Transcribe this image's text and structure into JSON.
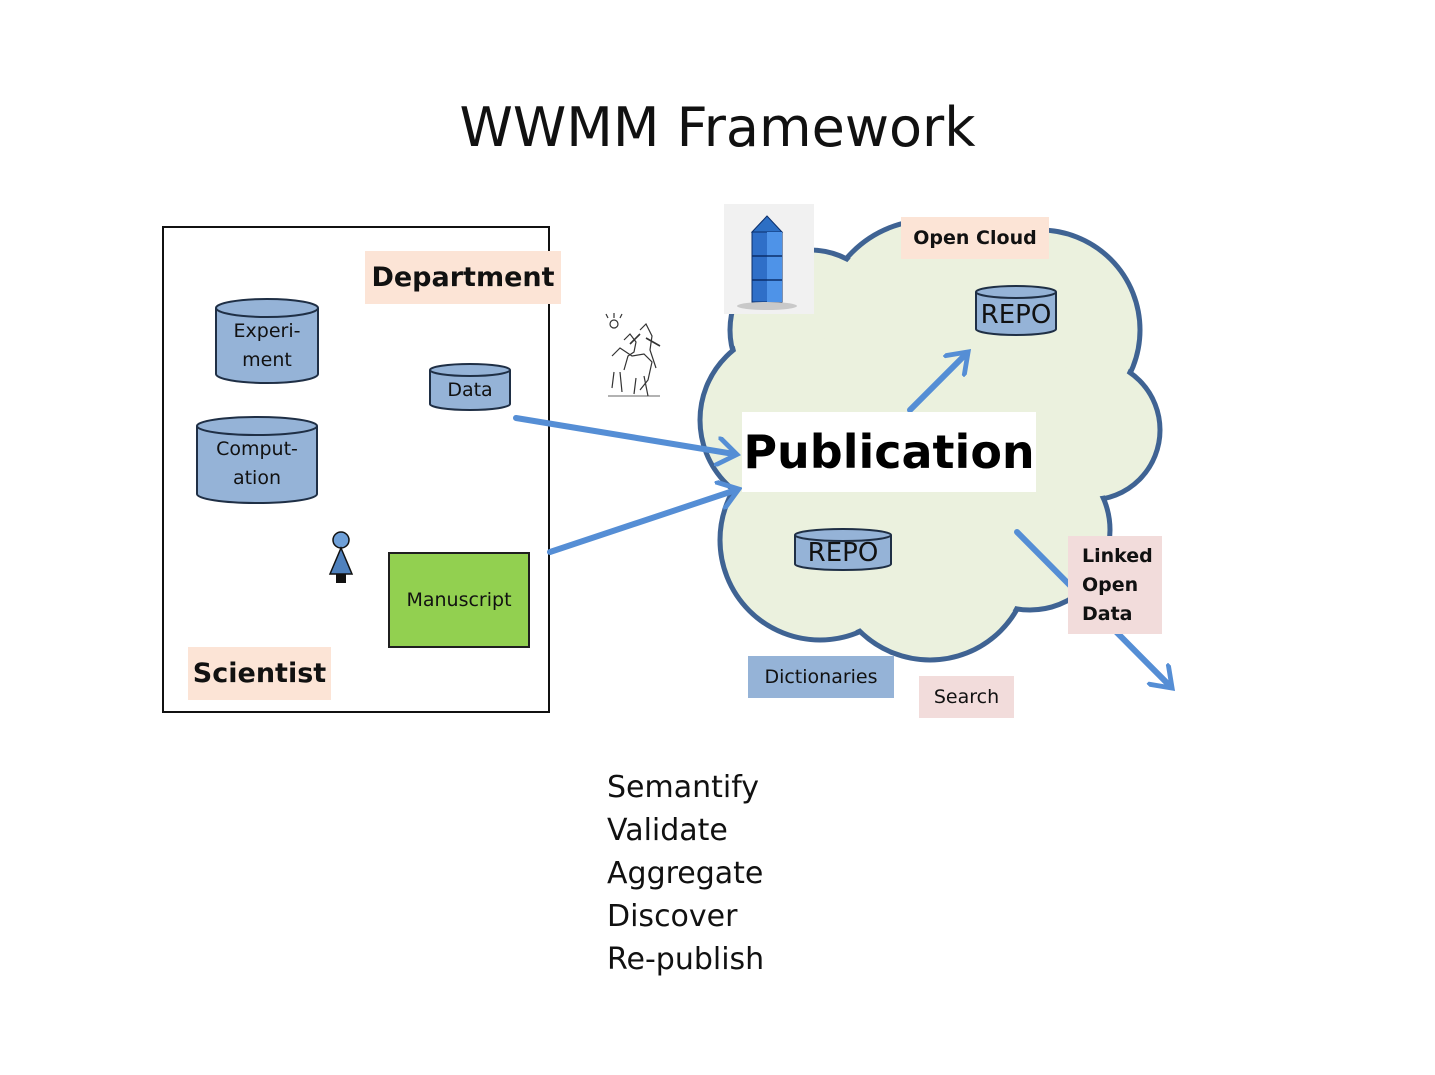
{
  "title": "WWMM Framework",
  "department": {
    "label": "Department",
    "scientist_label": "Scientist",
    "cylinders": {
      "experiment": "Experi-\nment",
      "computation": "Comput-\nation",
      "data": "Data"
    },
    "manuscript": "Manuscript"
  },
  "cloud": {
    "label": "Open Cloud",
    "publication": "Publication",
    "repo_top": "REPO",
    "repo_bottom": "REPO",
    "linked_open_data": [
      "Linked",
      "Open",
      "Data"
    ],
    "dictionaries": "Dictionaries",
    "search": "Search"
  },
  "verbs": [
    "Semantify",
    "Validate",
    "Aggregate",
    "Discover",
    "Re-publish"
  ],
  "colors": {
    "cloud_fill": "#ebf1de",
    "cloud_stroke": "#3f6393",
    "arrow": "#558ed5",
    "cylinder_fill": "#95b3d7",
    "manuscript_fill": "#92d050",
    "peach_label": "#fce4d6",
    "pink_label": "#f2dcdb"
  },
  "icons": [
    "scientist-person-icon",
    "don-quixote-sketch-icon",
    "repository-tower-icon"
  ]
}
